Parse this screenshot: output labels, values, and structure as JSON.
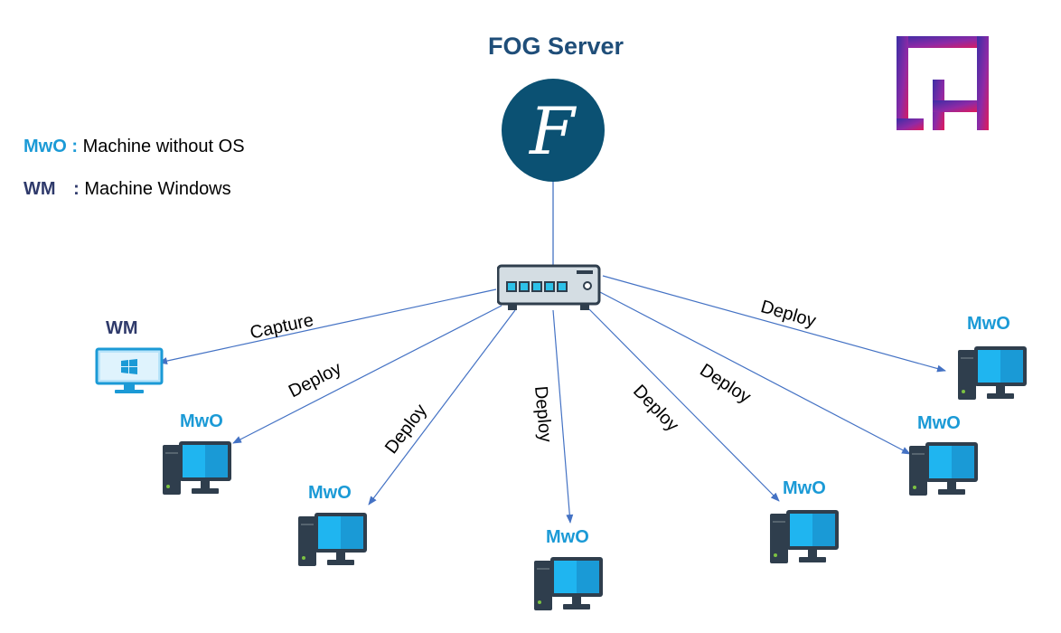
{
  "title": "FOG Server",
  "server_icon_letter": "F",
  "colors": {
    "title": "#1f4e79",
    "server": "#0b5173",
    "mwo": "#1b9ad6",
    "wm": "#2f3a6b",
    "line": "#4472c4",
    "monitor_screen": "#1fb5f0",
    "tower": "#2f3e4d",
    "logo_gradient": [
      "#3b2ea5",
      "#8e2aa6",
      "#e01a5a"
    ]
  },
  "legend": [
    {
      "abbr": "MwO",
      "sep": ":",
      "text": "Machine without OS",
      "color": "#1b9ad6"
    },
    {
      "abbr": "WM",
      "sep": ":",
      "text": "Machine Windows",
      "color": "#2f3a6b"
    }
  ],
  "nodes": [
    {
      "label": "WM",
      "kind": "windows-monitor",
      "link": "Capture"
    },
    {
      "label": "MwO",
      "kind": "desktop-pc",
      "link": "Deploy"
    },
    {
      "label": "MwO",
      "kind": "desktop-pc",
      "link": "Deploy"
    },
    {
      "label": "MwO",
      "kind": "desktop-pc",
      "link": "Deploy"
    },
    {
      "label": "MwO",
      "kind": "desktop-pc",
      "link": "Deploy"
    },
    {
      "label": "MwO",
      "kind": "desktop-pc",
      "link": "Deploy"
    },
    {
      "label": "MwO",
      "kind": "desktop-pc",
      "link": "Deploy"
    }
  ],
  "icons": {
    "server": "fog-server-icon",
    "switch": "network-switch-icon",
    "logo": "brand-logo-icon"
  }
}
